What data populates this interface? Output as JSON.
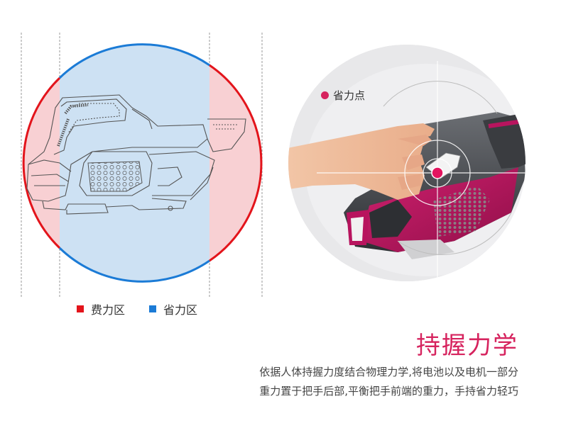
{
  "legend": {
    "effort_zone": {
      "label": "费力区",
      "color": "#e3141b"
    },
    "saving_zone": {
      "label": "省力区",
      "color": "#1b7bd6"
    }
  },
  "callout": {
    "label": "省力点",
    "dot_color": "#d6235e"
  },
  "heading": {
    "text": "持握力学",
    "color": "#d6235e"
  },
  "description": {
    "line1": "依据人体持握力度结合物理力学,将电池以及电机一部分",
    "line2": "重力置于把手后部,平衡把手前端的重力，手持省力轻巧"
  },
  "colors": {
    "effort_fill": "#f8d0d3",
    "saving_fill": "#cde1f3",
    "product_accent": "#b8145e"
  }
}
